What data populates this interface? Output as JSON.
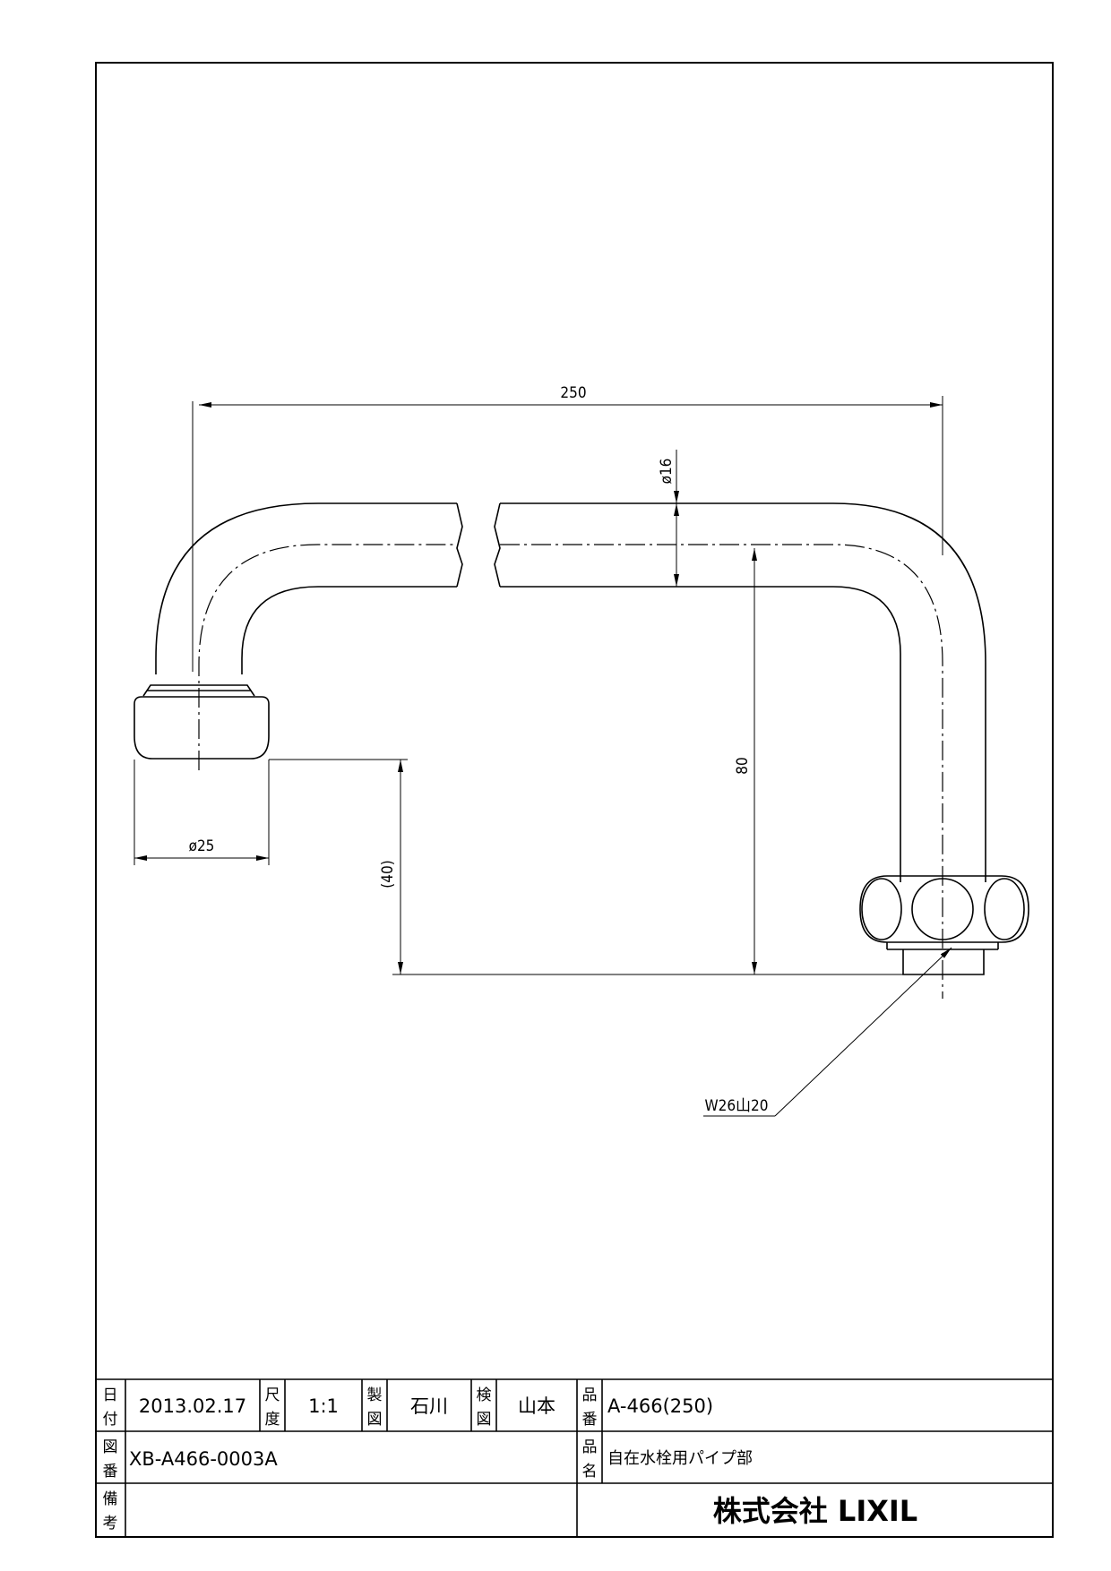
{
  "drawing": {
    "dimensions": {
      "overall_length": "250",
      "pipe_diameter": "ø16",
      "height": "80",
      "spout_height": "(40)",
      "spout_diameter": "ø25",
      "thread_spec": "W26山20"
    }
  },
  "title_block": {
    "date_label": [
      "日",
      "付"
    ],
    "date_value": "2013.02.17",
    "scale_label": [
      "尺",
      "度"
    ],
    "scale_value": "1:1",
    "drawn_label": [
      "製",
      "図"
    ],
    "drawn_value": "石川",
    "checked_label": [
      "検",
      "図"
    ],
    "checked_value": "山本",
    "part_no_label": [
      "品",
      "番"
    ],
    "part_no_value": "A-466(250)",
    "drawing_no_label": [
      "図",
      "番"
    ],
    "drawing_no_value": "XB-A466-0003A",
    "part_name_label": [
      "品",
      "名"
    ],
    "part_name_value": "自在水栓用パイプ部",
    "remarks_label": [
      "備",
      "考"
    ],
    "remarks_value": "",
    "company": "株式会社 LIXIL"
  },
  "colors": {
    "line": "#000000",
    "paper": "#ffffff"
  }
}
